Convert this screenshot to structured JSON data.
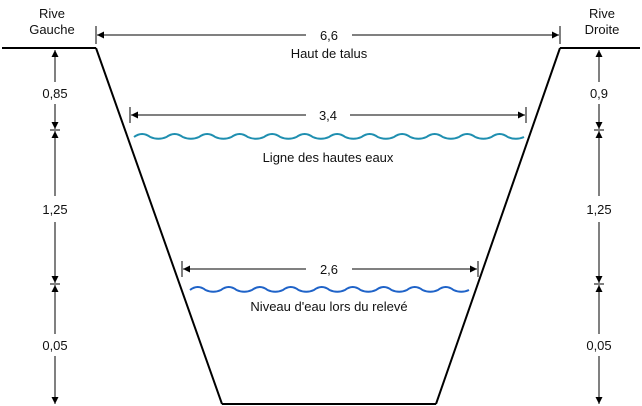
{
  "banks": {
    "left": {
      "line1": "Rive",
      "line2": "Gauche"
    },
    "right": {
      "line1": "Rive",
      "line2": "Droite"
    }
  },
  "widths": {
    "top": {
      "value": "6,6",
      "caption": "Haut de talus"
    },
    "high_water": {
      "value": "3,4",
      "caption": "Ligne des hautes eaux",
      "color": "#1f8fb0"
    },
    "survey_water": {
      "value": "2,6",
      "caption": "Niveau d'eau lors du relevé",
      "color": "#1f63c8"
    }
  },
  "left_depths": [
    "0,85",
    "1,25",
    "0,05"
  ],
  "right_depths": [
    "0,9",
    "1,25",
    "0,05"
  ]
}
